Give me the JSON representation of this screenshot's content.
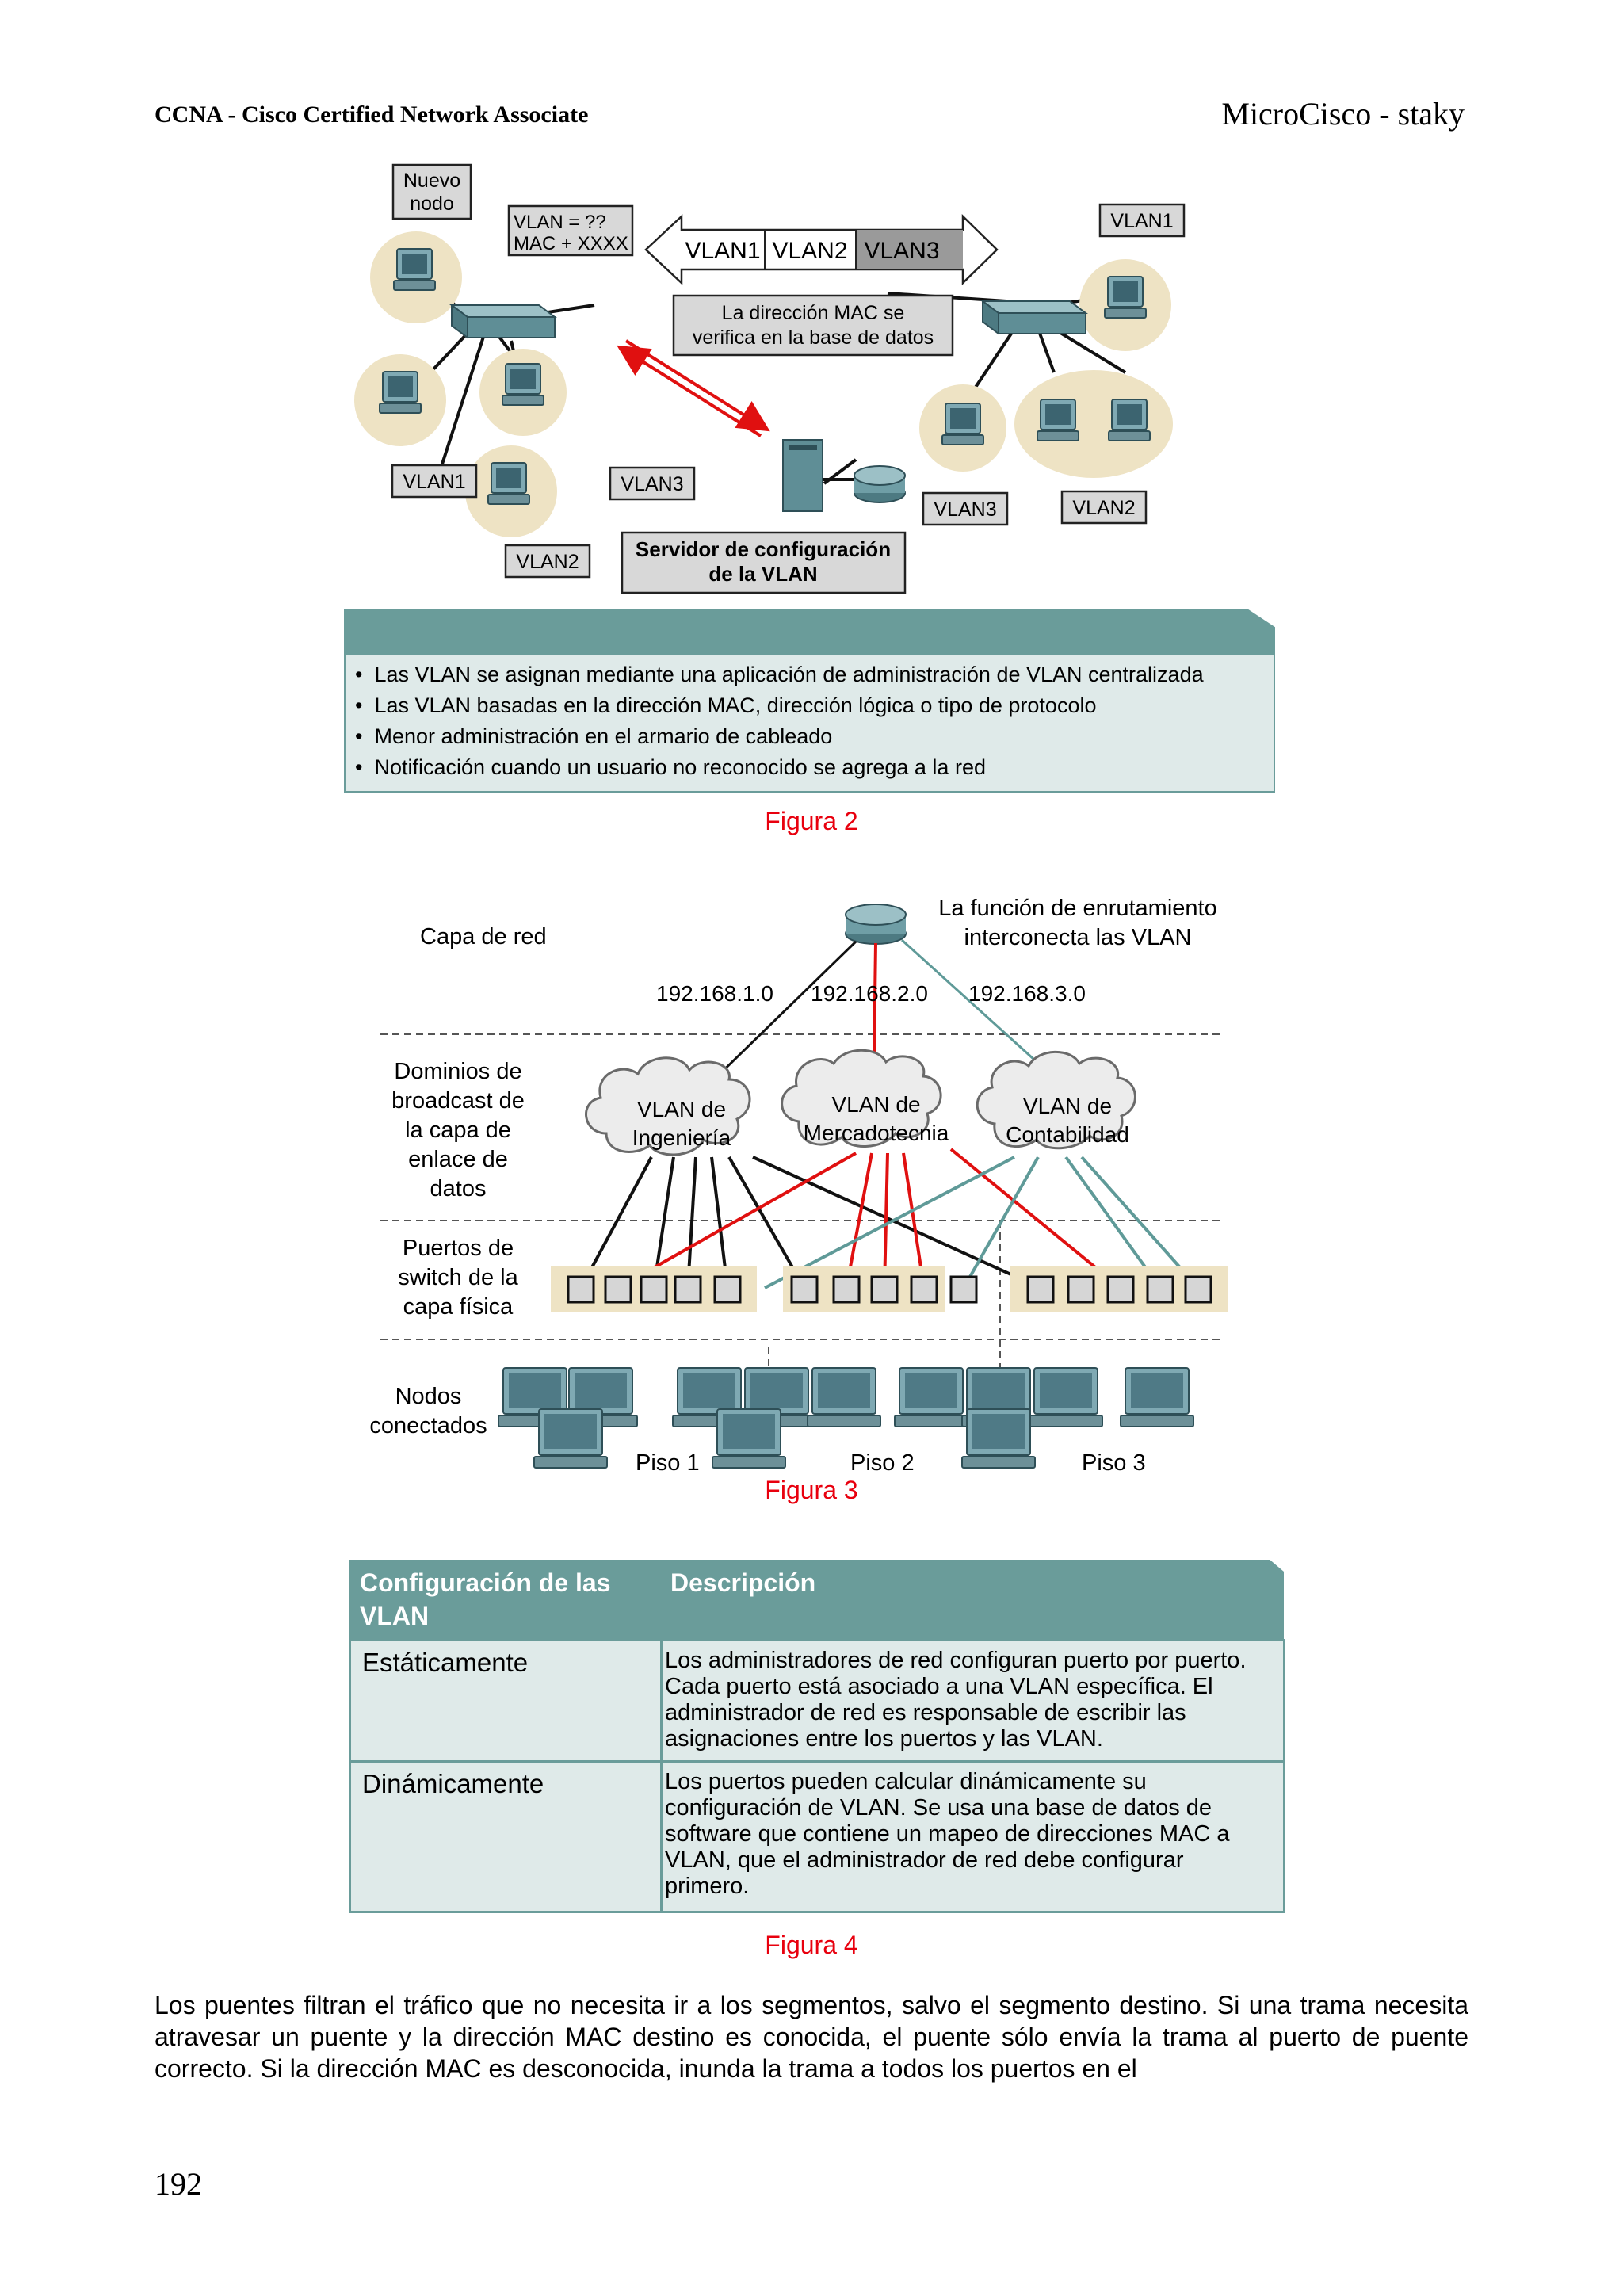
{
  "header": {
    "left": "CCNA - Cisco Certified Network Associate",
    "right": "MicroCisco - staky"
  },
  "figure2": {
    "new_node_label": "Nuevo\nnodo",
    "query_box": "VLAN = ??\nMAC + XXXX",
    "vlan_arrow": [
      "VLAN1",
      "VLAN2",
      "VLAN3"
    ],
    "mac_check_box": "La dirección MAC se\nverifica en la base de datos",
    "server_label": "Servidor de configuración\nde la VLAN",
    "tags": {
      "left_vlan1": "VLAN1",
      "left_vlan3": "VLAN3",
      "left_vlan2": "VLAN2",
      "right_vlan1": "VLAN1",
      "right_vlan3": "VLAN3",
      "right_vlan2": "VLAN2"
    },
    "bullets": [
      "Las VLAN se asignan mediante una aplicación de administración de VLAN centralizada",
      "Las VLAN basadas en la dirección MAC, dirección lógica o tipo de protocolo",
      "Menor administración en el armario de cableado",
      "Notificación cuando un usuario no reconocido se agrega a la red"
    ],
    "caption": "Figura 2"
  },
  "figure3": {
    "layer_network": "Capa de red",
    "router_note": "La función de enrutamiento\ninterconecta las VLAN",
    "subnets": [
      "192.168.1.0",
      "192.168.2.0",
      "192.168.3.0"
    ],
    "layer_broadcast": "Dominios de\nbroadcast de\nla capa de\nenlace de\ndatos",
    "clouds": [
      "VLAN de\nIngeniería",
      "VLAN de\nMercadotecnia",
      "VLAN de\nContabilidad"
    ],
    "layer_ports": "Puertos de\nswitch de la\ncapa física",
    "layer_nodes": "Nodos\nconectados",
    "floors": [
      "Piso 1",
      "Piso 2",
      "Piso 3"
    ],
    "caption": "Figura 3"
  },
  "figure4": {
    "headers": [
      "Configuración de las\nVLAN",
      "Descripción"
    ],
    "rows": [
      {
        "mode": "Estáticamente",
        "desc": "Los administradores de red configuran puerto por puerto. Cada puerto está asociado a una VLAN específica. El administrador de red es responsable de escribir las asignaciones entre los puertos y las VLAN."
      },
      {
        "mode": "Dinámicamente",
        "desc": "Los puertos pueden calcular dinámicamente su configuración de VLAN. Se usa una base de datos de software que contiene un mapeo de direcciones MAC a VLAN, que el administrador de red debe configurar primero."
      }
    ],
    "caption": "Figura 4"
  },
  "body_text": "Los puentes filtran el tráfico que no necesita ir a los segmentos, salvo el segmento destino. Si una trama necesita atravesar un puente y la dirección MAC destino es conocida, el puente sólo envía la trama al puerto de puente correcto. Si la dirección MAC es desconocida, inunda la trama a todos los puertos en el",
  "page_number": "192",
  "colors": {
    "teal": "#6a9c9a",
    "light_teal": "#dfeae9",
    "caption_red": "#e8000e",
    "link_red": "#e01010",
    "halo": "#eee3c4"
  }
}
